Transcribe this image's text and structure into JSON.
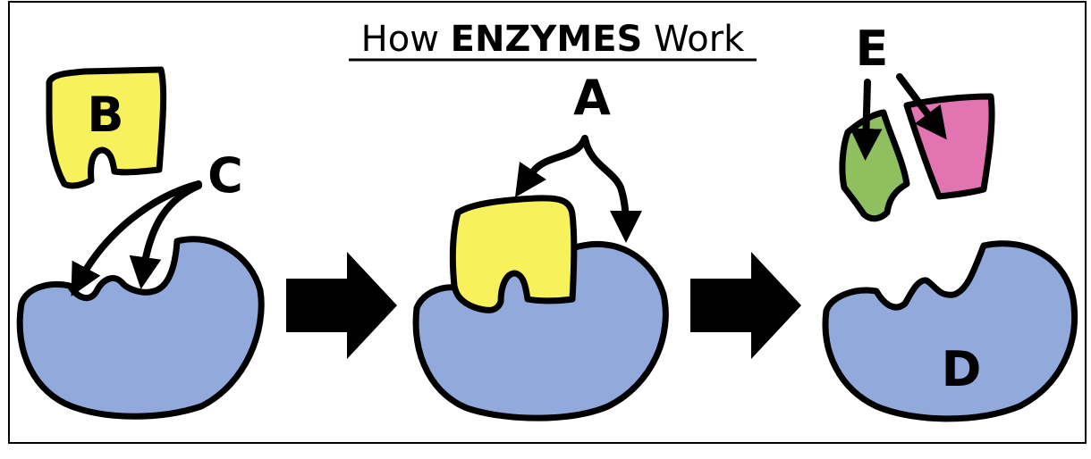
{
  "title": {
    "prefix": "How ",
    "emphasis": "ENZYMES",
    "suffix": " Work"
  },
  "labels": {
    "a": "A",
    "b": "B",
    "c": "C",
    "d": "D",
    "e": "E"
  },
  "colors": {
    "enzyme": "#92a9dc",
    "substrate": "#f7f25c",
    "product_1": "#8fbf5f",
    "product_2": "#e274b2",
    "outline": "#000000"
  }
}
